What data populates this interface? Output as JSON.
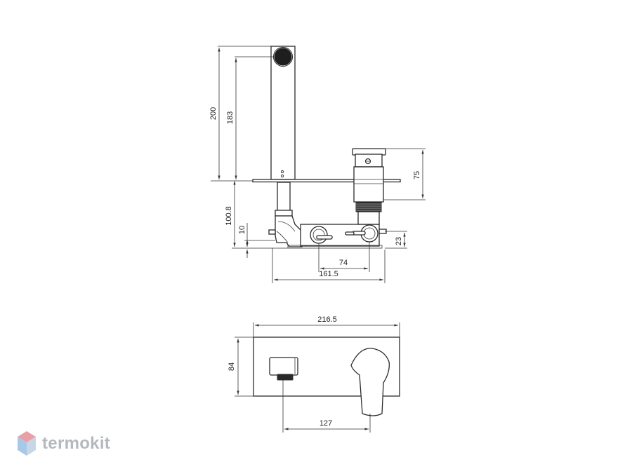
{
  "dimensions": {
    "h_200": "200",
    "h_183": "183",
    "h_75": "75",
    "h_100_8": "100.8",
    "h_10": "10",
    "h_23": "23",
    "w_74": "74",
    "w_161_5": "161.5",
    "w_216_5": "216.5",
    "h_84": "84",
    "w_127": "127"
  },
  "watermark": {
    "brand": "termokit",
    "colors": {
      "top": "#e8a0a6",
      "left": "#a8c8e8",
      "right": "#c9d6e6"
    }
  },
  "colors": {
    "line": "#2b2b2b",
    "background": "#ffffff"
  }
}
